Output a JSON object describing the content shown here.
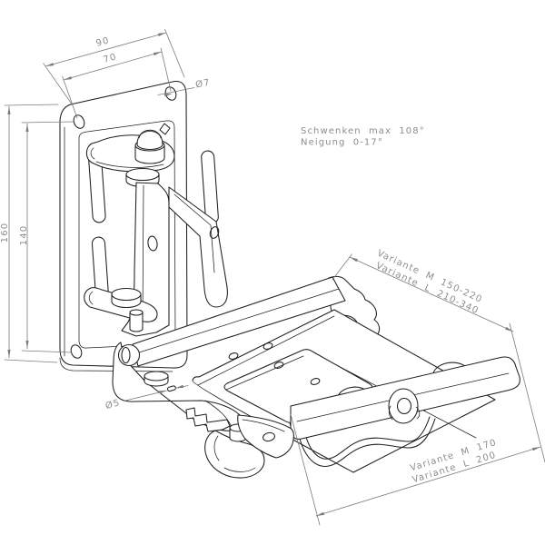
{
  "drawing": {
    "background": "#ffffff",
    "line_color": "#1f1f1f",
    "dimension_color": "#7c7c7c",
    "text_color": "#8d8d8d",
    "annotations": {
      "dim_width_outer": "90",
      "dim_width_holes": "70",
      "dia_plate_hole": "Ø7",
      "dim_height_outer": "160",
      "dim_height_holes": "140",
      "dia_slot_hole": "Ø5",
      "swivel_line1": "Schwenken max 108°",
      "swivel_line2": "Neigung 0-17°",
      "variant_depth_line1": "Variante M 150-220",
      "variant_depth_line2": "Variante L 210-340",
      "variant_width_line1": "Variante M 170",
      "variant_width_line2": "Variante L 200"
    }
  }
}
